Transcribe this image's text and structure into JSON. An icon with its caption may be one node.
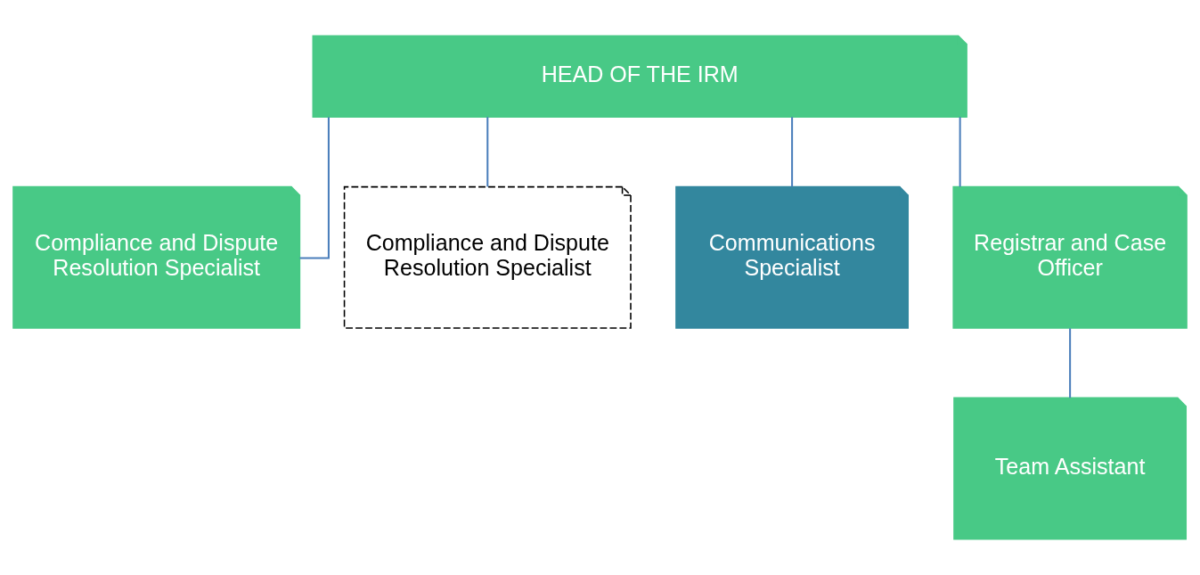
{
  "diagram": {
    "nodes": [
      {
        "text": [
          "HEAD OF THE IRM"
        ]
      },
      {
        "text": [
          "Compliance and Dispute Resolution Specialist"
        ]
      },
      {
        "text": [
          "Compliance and Dispute Resolution Specialist"
        ]
      },
      {
        "text": [
          "Communications Specialist"
        ]
      },
      {
        "text": [
          "Registrar and Case Officer"
        ]
      },
      {
        "text": [
          "Team Assistant"
        ]
      }
    ],
    "edges": [
      {
        "from": 0,
        "to": 1,
        "arrow": "none"
      },
      {
        "from": 0,
        "to": 2,
        "arrow": "none"
      },
      {
        "from": 0,
        "to": 3,
        "arrow": "none"
      },
      {
        "from": 0,
        "to": 4,
        "arrow": "none"
      },
      {
        "from": 4,
        "to": 5,
        "arrow": "none"
      }
    ]
  }
}
